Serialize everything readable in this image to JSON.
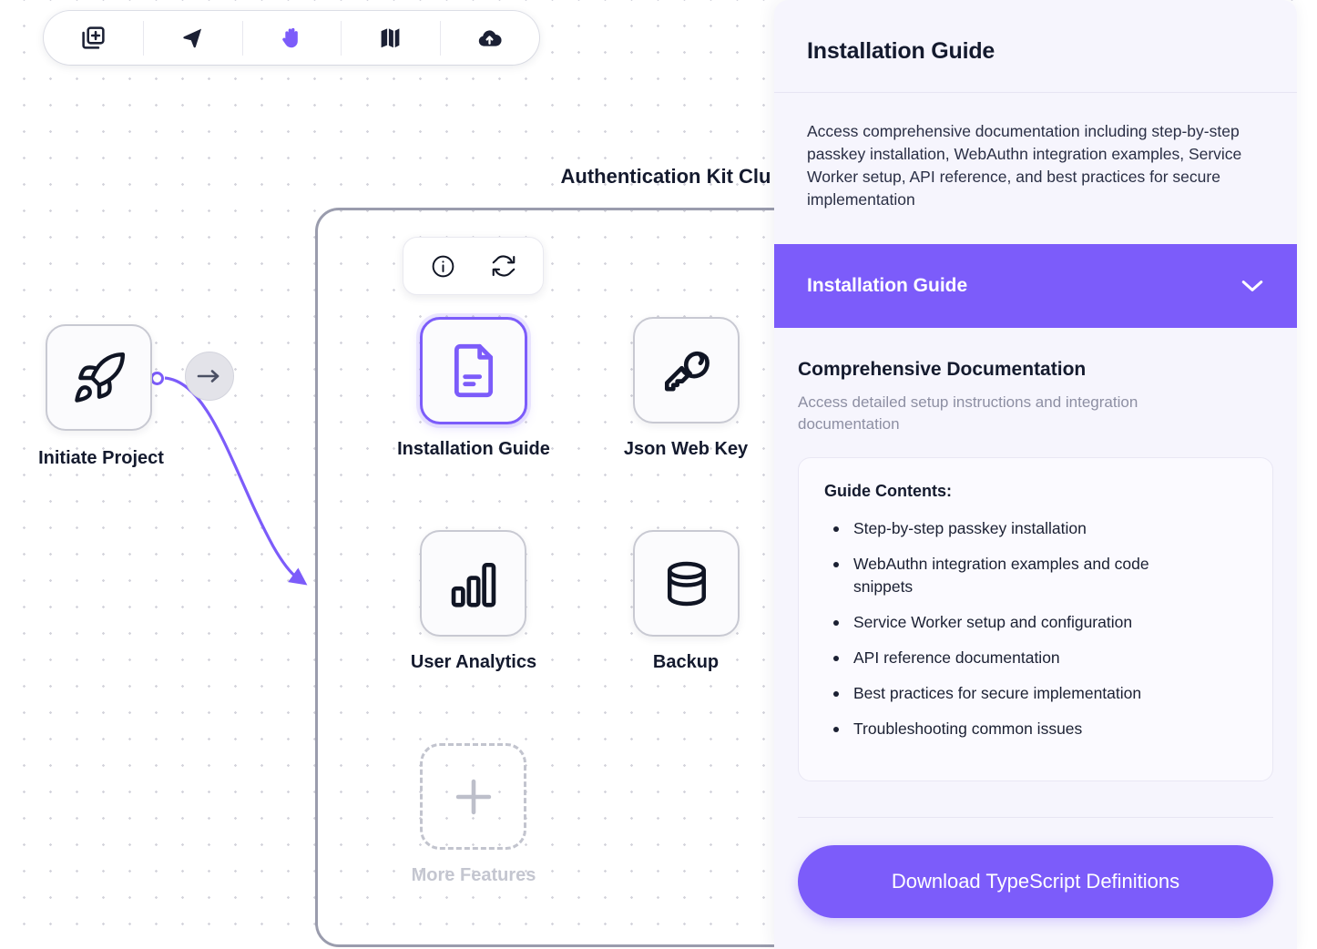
{
  "toolbar": {
    "items": [
      {
        "name": "add-node-icon",
        "title": "Add node"
      },
      {
        "name": "cursor-icon",
        "title": "Select"
      },
      {
        "name": "hand-icon",
        "title": "Pan",
        "active": true
      },
      {
        "name": "map-icon",
        "title": "Minimap"
      },
      {
        "name": "cloud-upload-icon",
        "title": "Upload"
      }
    ]
  },
  "canvas": {
    "group_title": "Authentication Kit Clu",
    "node_toolbar": [
      {
        "name": "info-icon",
        "title": "Info"
      },
      {
        "name": "refresh-icon",
        "title": "Refresh"
      }
    ],
    "nodes": [
      {
        "id": "initiate",
        "label": "Initiate Project",
        "icon": "rocket-icon",
        "selected": false,
        "ghost": false
      },
      {
        "id": "install",
        "label": "Installation Guide",
        "icon": "document-icon",
        "selected": true,
        "ghost": false
      },
      {
        "id": "jwk",
        "label": "Json Web Key",
        "icon": "key-icon",
        "selected": false,
        "ghost": false
      },
      {
        "id": "analytics",
        "label": "User Analytics",
        "icon": "bar-chart-icon",
        "selected": false,
        "ghost": false
      },
      {
        "id": "backup",
        "label": "Backup",
        "icon": "database-icon",
        "selected": false,
        "ghost": false
      },
      {
        "id": "more",
        "label": "More Features",
        "icon": "plus-icon",
        "selected": false,
        "ghost": true
      }
    ]
  },
  "panel": {
    "title": "Installation Guide",
    "description": "Access comprehensive documentation including step-by-step passkey installation, WebAuthn integration examples, Service Worker setup, API reference, and best practices for secure implementation",
    "accordion": {
      "label": "Installation Guide",
      "chevron": "chevron-down-icon",
      "expanded": true
    },
    "section": {
      "title": "Comprehensive Documentation",
      "subtitle": "Access detailed setup instructions and integration documentation"
    },
    "contents": {
      "heading": "Guide Contents:",
      "items": [
        "Step-by-step passkey installation",
        "WebAuthn integration examples and code snippets",
        "Service Worker setup and configuration",
        "API reference documentation",
        "Best practices for secure implementation",
        "Troubleshooting common issues"
      ]
    },
    "download_label": "Download TypeScript Definitions"
  },
  "colors": {
    "accent": "#7c5cfa",
    "panel_bg": "#f6f5fd",
    "text": "#141a2e",
    "muted": "#8d8fa3",
    "node_border": "#c8c9d2",
    "group_border": "#9a9cad"
  }
}
